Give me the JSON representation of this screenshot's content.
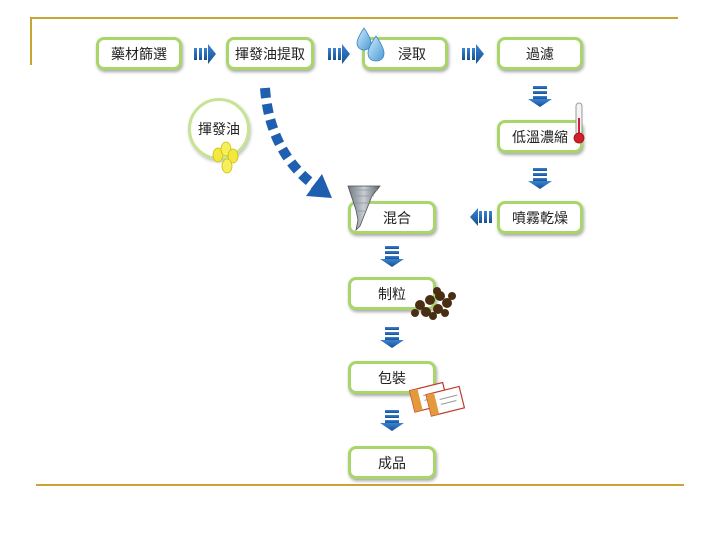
{
  "diagram": {
    "steps": {
      "screening": "藥材篩選",
      "oil_extraction": "揮發油提取",
      "soaking": "浸取",
      "filtering": "過濾",
      "concentration": "低溫濃縮",
      "spray_drying": "噴霧乾燥",
      "mixing": "混合",
      "granulation": "制粒",
      "packaging": "包裝",
      "product": "成品",
      "volatile_oil": "揮發油"
    },
    "colors": {
      "box_border": "#a8d66a",
      "arrow": "#1f5fb0",
      "rule": "#c8a531"
    }
  }
}
